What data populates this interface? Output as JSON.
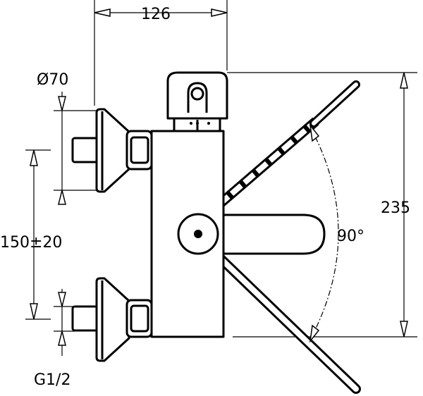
{
  "drawing": {
    "dim_width": "126",
    "dim_height": "235",
    "dim_diameter": "Ø70",
    "dim_spacing": "150±20",
    "dim_thread": "G1/2",
    "dim_angle": "90°"
  }
}
